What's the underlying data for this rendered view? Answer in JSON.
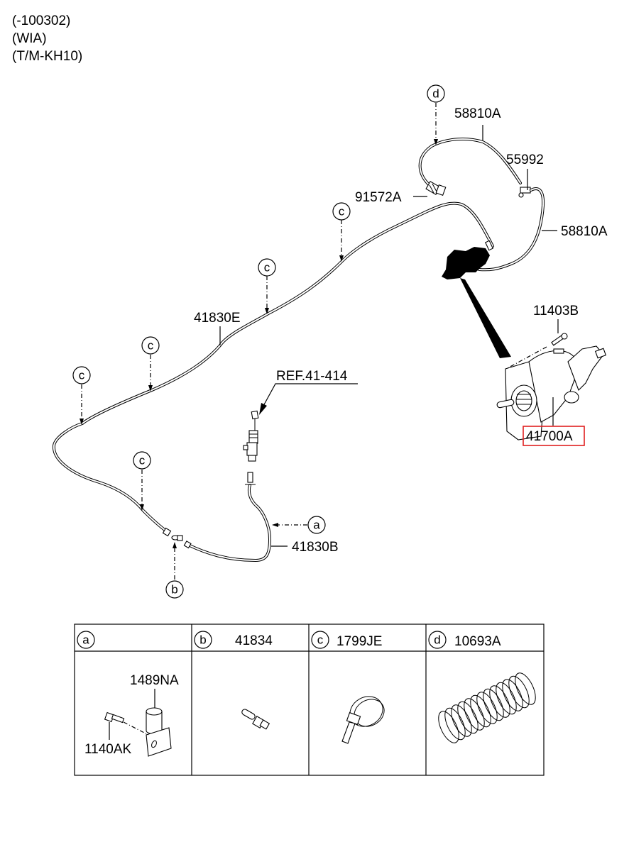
{
  "header": {
    "lines": [
      "(-100302)",
      "(WIA)",
      "(T/M-KH10)"
    ]
  },
  "callouts": {
    "a": "a",
    "b": "b",
    "c": "c",
    "d": "d"
  },
  "parts": {
    "hose_upper": "58810A",
    "connector": "55992",
    "hose_lower": "58810A",
    "clip_91572A": "91572A",
    "pipe_41830E": "41830E",
    "bolt_11403B": "11403B",
    "cylinder_41700A": "41700A",
    "ref": "REF.41-414",
    "pipe_41830B": "41830B"
  },
  "highlight": {
    "part": "41700A",
    "color": "#e02020"
  },
  "legend_table": {
    "columns": [
      {
        "key": "a",
        "part": ""
      },
      {
        "key": "b",
        "part": "41834"
      },
      {
        "key": "c",
        "part": "1799JE"
      },
      {
        "key": "d",
        "part": "10693A"
      }
    ],
    "a_parts": {
      "bracket": "1489NA",
      "bolt": "1140AK"
    }
  }
}
